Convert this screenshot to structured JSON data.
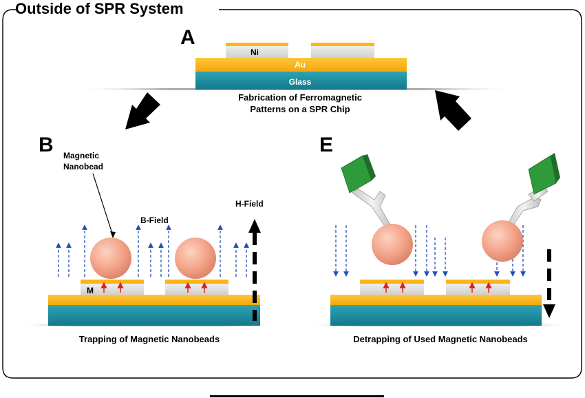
{
  "title": "Outside of SPR System",
  "panels": {
    "a": {
      "letter": "A",
      "layers": {
        "ni": "Ni",
        "au": "Au",
        "glass": "Glass"
      },
      "caption": [
        "Fabrication of Ferromagnetic",
        "Patterns on a SPR Chip"
      ]
    },
    "b": {
      "letter": "B",
      "bead_label": [
        "Magnetic",
        "Nanobead"
      ],
      "b_field": "B-Field",
      "h_field": "H-Field",
      "pattern_label": "M",
      "caption": "Trapping of Magnetic Nanobeads"
    },
    "e": {
      "letter": "E",
      "caption": "Detrapping of Used Magnetic Nanobeads"
    }
  },
  "colors": {
    "gold": "#FDB515",
    "glass": "#1C8FA3",
    "nickel": "#DADADA",
    "bead": "#F5A98C",
    "field_arrow": "#1F4FB5",
    "magnet_arrow": "#E0201E",
    "antigen": "#2E9A3A"
  }
}
